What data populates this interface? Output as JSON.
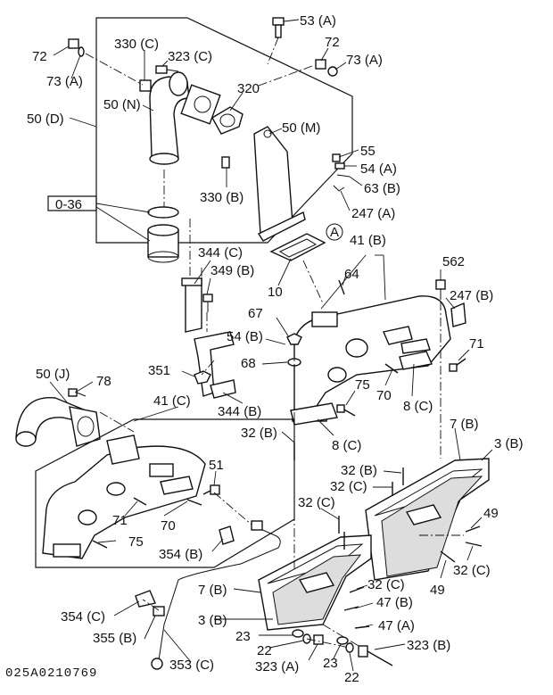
{
  "diagram": {
    "drawing_code": "025A0210769",
    "callouts": {
      "c53a": "53 (A)",
      "c72_left": "72",
      "c73a_left": "73 (A)",
      "c330c": "330 (C)",
      "c323c": "323 (C)",
      "c72_right": "72",
      "c73a_right": "73 (A)",
      "c50d": "50 (D)",
      "c50n": "50 (N)",
      "c320": "320",
      "c50m": "50 (M)",
      "c55": "55",
      "c54a": "54 (A)",
      "c63b": "63 (B)",
      "c330b": "330 (B)",
      "c036": "0-36",
      "c247a": "247 (A)",
      "cA": "A",
      "c41b": "41 (B)",
      "c344c": "344 (C)",
      "c64": "64",
      "c562": "562",
      "c349b": "349 (B)",
      "c10": "10",
      "c247b": "247 (B)",
      "c67": "67",
      "c54b": "54 (B)",
      "c71_top": "71",
      "c68": "68",
      "c50j": "50 (J)",
      "c78": "78",
      "c351": "351",
      "c75_mid": "75",
      "c70_mid": "70",
      "c8c_top": "8 (C)",
      "c344b": "344 (B)",
      "c41c": "41 (C)",
      "c32b_left": "32 (B)",
      "c7b_right": "7 (B)",
      "c3b_right": "3 (B)",
      "c8c_mid": "8 (C)",
      "c51": "51",
      "c32b_mid": "32 (B)",
      "c32c_mid": "32 (C)",
      "c71_low": "71",
      "c70_low": "70",
      "c32c_left": "32 (C)",
      "c49_top": "49",
      "c75_low": "75",
      "c354b": "354 (B)",
      "c32c_right": "32 (C)",
      "c7b_left": "7 (B)",
      "c32c_low": "32 (C)",
      "c49_low": "49",
      "c47b": "47 (B)",
      "c354c": "354 (C)",
      "c3b_left": "3 (B)",
      "c47a": "47 (A)",
      "c355b": "355 (B)",
      "c23_left": "23",
      "c22_left": "22",
      "c323b": "323 (B)",
      "c323a": "323 (A)",
      "c23_right": "23",
      "c22_right": "22",
      "c353c": "353 (C)"
    }
  }
}
